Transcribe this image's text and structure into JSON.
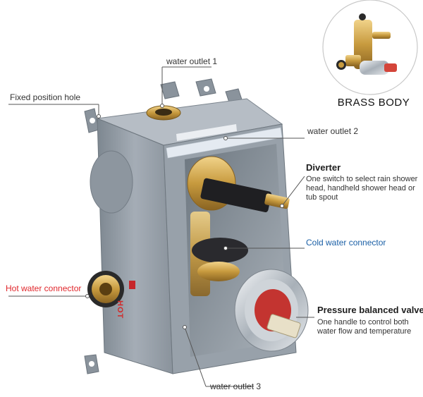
{
  "labels": {
    "outlet1": "water outlet 1",
    "fixed_hole": "Fixed position hole",
    "outlet2": "water outlet 2",
    "cold": "Cold water connector",
    "hot": "Hot water connector",
    "outlet3": "water outlet 3"
  },
  "diverter": {
    "title": "Diverter",
    "line1": "One switch to select rain shower",
    "line2": "head, handheld shower head or",
    "line3": "tub spout"
  },
  "pressure": {
    "title": "Pressure balanced valve",
    "line1": "One handle to control both",
    "line2": "water flow and temperature"
  },
  "inset": {
    "title": "BRASS BODY"
  },
  "body_print": {
    "hot_mark": "HOT"
  },
  "colors": {
    "hot_label": "#e0262b",
    "cold_label": "#1a5fa6",
    "body_grey": "#9aa3ad",
    "brass": "#c9a254"
  }
}
